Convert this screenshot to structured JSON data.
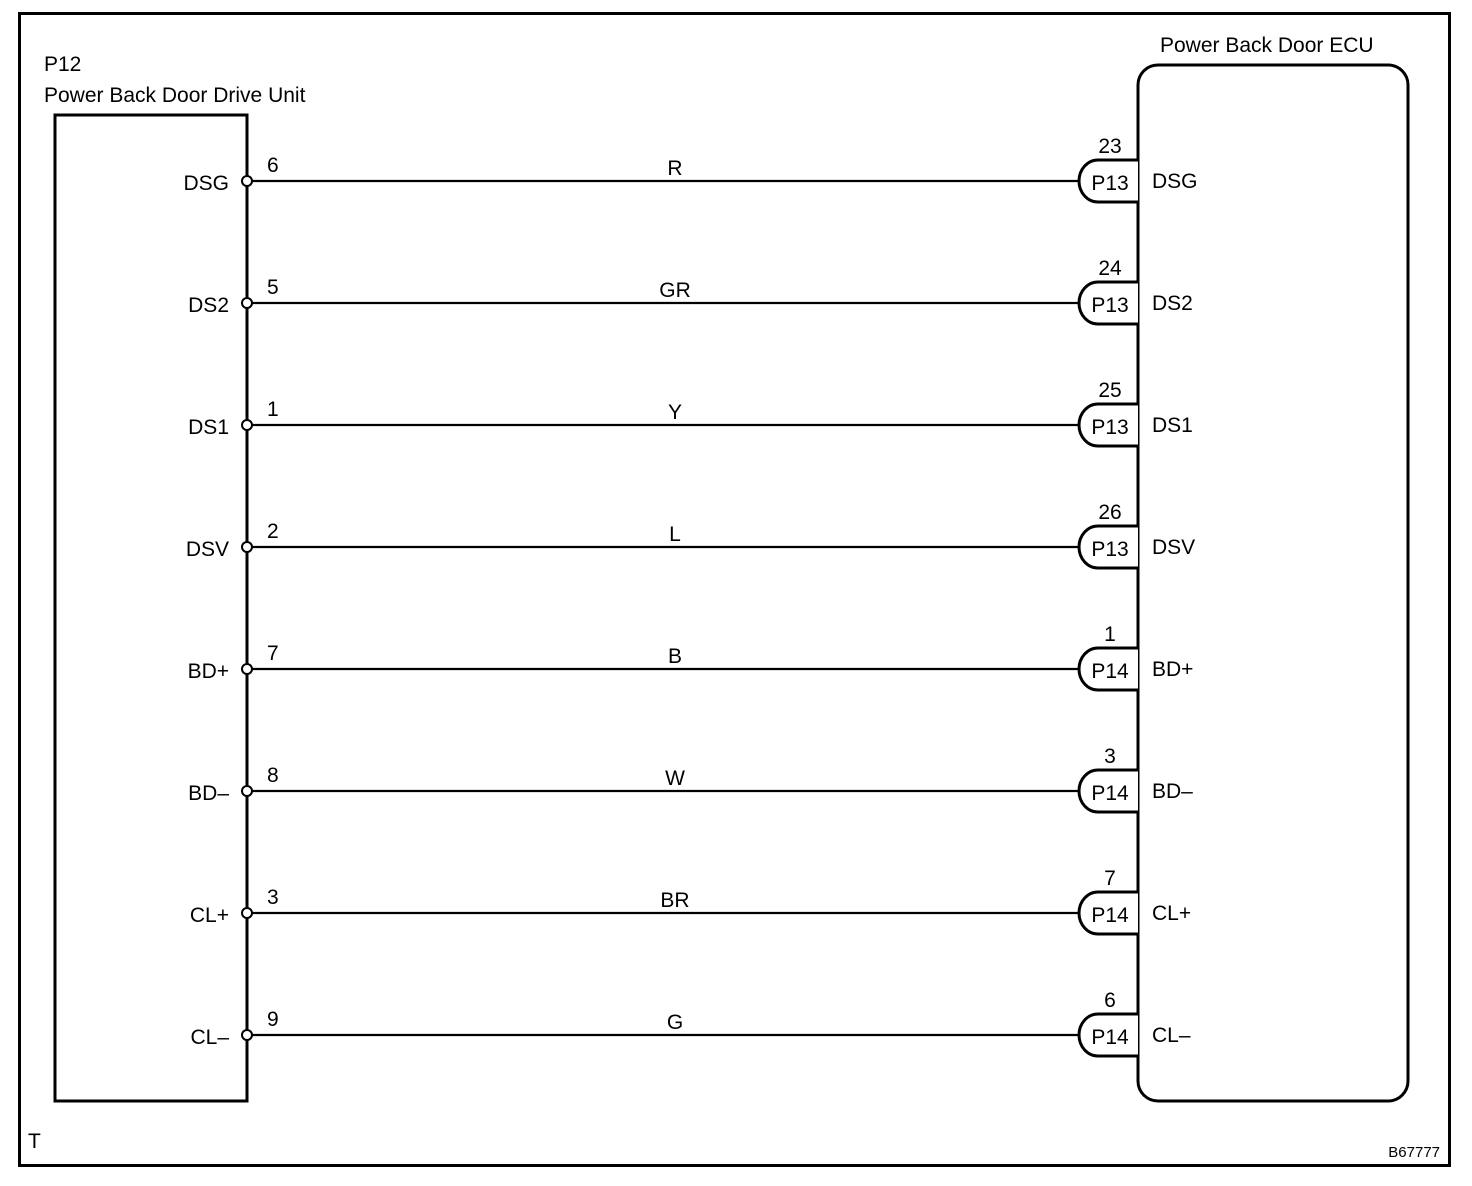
{
  "left_unit": {
    "connector_id": "P12",
    "name": "Power Back Door Drive Unit"
  },
  "right_unit": {
    "name": "Power Back Door ECU"
  },
  "wires": [
    {
      "left_pin": "6",
      "left_terminal": "DSG",
      "color": "R",
      "right_connector": "P13",
      "right_pin": "23",
      "right_terminal": "DSG"
    },
    {
      "left_pin": "5",
      "left_terminal": "DS2",
      "color": "GR",
      "right_connector": "P13",
      "right_pin": "24",
      "right_terminal": "DS2"
    },
    {
      "left_pin": "1",
      "left_terminal": "DS1",
      "color": "Y",
      "right_connector": "P13",
      "right_pin": "25",
      "right_terminal": "DS1"
    },
    {
      "left_pin": "2",
      "left_terminal": "DSV",
      "color": "L",
      "right_connector": "P13",
      "right_pin": "26",
      "right_terminal": "DSV"
    },
    {
      "left_pin": "7",
      "left_terminal": "BD+",
      "color": "B",
      "right_connector": "P14",
      "right_pin": "1",
      "right_terminal": "BD+"
    },
    {
      "left_pin": "8",
      "left_terminal": "BD–",
      "color": "W",
      "right_connector": "P14",
      "right_pin": "3",
      "right_terminal": "BD–"
    },
    {
      "left_pin": "3",
      "left_terminal": "CL+",
      "color": "BR",
      "right_connector": "P14",
      "right_pin": "7",
      "right_terminal": "CL+"
    },
    {
      "left_pin": "9",
      "left_terminal": "CL–",
      "color": "G",
      "right_connector": "P14",
      "right_pin": "6",
      "right_terminal": "CL–"
    }
  ],
  "footer": {
    "corner_mark": "T",
    "figure_code": "B67777"
  }
}
